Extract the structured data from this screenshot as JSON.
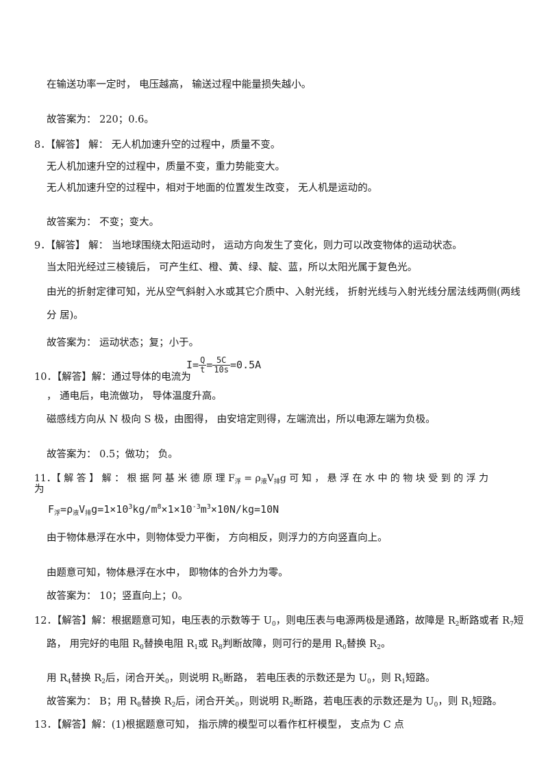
{
  "lines": [
    "在输送功率一定时， 电压越高， 输送过程中能量损失越小。",
    "故答案为： 220；0.6。",
    "8．【解答】 解： 无人机加速升空的过程中，质量不变。",
    "无人机加速升空的过程中，质量不变，重力势能变大。",
    "无人机加速升空的过程中，相对于地面的位置发生改变， 无人机是运动的。",
    "故答案为： 不变；变大。",
    "9．【解答】 解： 当地球围绕太阳运动时， 运动方向发生了变化，则力可以改变物体的运动状态。",
    "当太阳光经过三棱镜后， 可产生红、橙、黄、绿、靛、蓝，所以太阳光属于复色光。",
    "由光的折射定律可知，光从空气斜射入水或其它介质中、入射光线， 折射光线与入射光线分居法线两侧(两线",
    "分 居)。",
    "故答案为： 运动状态；复；小于。",
    "10．【解答】解：通过导体的电流为",
    "， 通电后，电流做功， 导体温度升高。",
    "磁感线方向从 N 极向 S 极，由图得， 由安培定则得，左端流出，所以电源左端为负极。",
    "故答案为： 0.5；做功； 负。",
    "11．【 解 答 】 解 ： 根 据 阿 基 米 德 原 理 F",
    "为",
    "由于物体悬浮在水中，则物体受力平衡， 方向相反，则浮力的方向竖直向上。",
    "由题意可知，物体悬浮在水中， 即物体的合外力为零。",
    "故答案为： 10；竖直向上；0。",
    "路， 用完好的电阻 R",
    "故答案为： B；用 R",
    "13．【解答】解：(1)根据题意可知， 指示牌的模型可以看作杠杆模型， 支点为 C 点"
  ],
  "q10": {
    "lhs": "I=",
    "num1": "Q",
    "den1": "t",
    "eq": "=",
    "num2": "5C",
    "den2": "10s",
    "rhs": "=0.5A"
  },
  "q11": {
    "t1": "11．【 解 答 】 解 ： 根 据 阿 基 米 德 原 理 F",
    "s1": "浮",
    "t2": " = ρ",
    "s2": "液",
    "t3": "V",
    "s3": "排",
    "t4": "g 可 知 ， 悬 浮 在 水 中 的 物 块 受 到 的 浮 力",
    "f_a": "F",
    "f_sa": "浮",
    "f_b": "=ρ",
    "f_sb": "液",
    "f_c": "V",
    "f_sc": "排",
    "f_d": "g=1×10",
    "f_e": "3",
    "f_f": "kg/m",
    "f_g": "8",
    "f_h": "×1×10",
    "f_i": "-3",
    "f_j": "m",
    "f_k": "3",
    "f_l": "×10N/kg=10N"
  },
  "q12": {
    "a1": "12．【解答】解：根据题意可知，电压表的示数等于 U",
    "a2": "0",
    "a3": "，则电压表与电源两极是通路，故障是 R",
    "a4": "2",
    "a5": "断路或者 R",
    "a6": "7",
    "a7": "短",
    "b1": "路， 用完好的电阻 R",
    "b2": "0",
    "b3": "替换电阻 R",
    "b4": "1",
    "b5": "或 R",
    "b6": "8",
    "b7": "判断故障，则可行的是用 R",
    "b8": "0",
    "b9": "替换 R",
    "b10": "2",
    "b11": "。",
    "c1": "用 R",
    "c2": "4",
    "c3": "替换 R",
    "c4": "2",
    "c5": "后，闭合开关",
    "c6": "0",
    "c7": "，则说明 R",
    "c8": "5",
    "c9": "断路， 若电压表的示数还是为 U",
    "c10": "0",
    "c11": "，则 R",
    "c12": "1",
    "c13": "短路。",
    "d1": "故答案为： B；用 R",
    "d2": "8",
    "d3": "替换 R",
    "d4": "2",
    "d5": "后，闭合开关",
    "d6": "0",
    "d7": "，则说明 R",
    "d8": "2",
    "d9": "断路，若电压表的示数还是为 U",
    "d10": "0",
    "d11": "，则 R",
    "d12": "1",
    "d13": "短路。"
  }
}
